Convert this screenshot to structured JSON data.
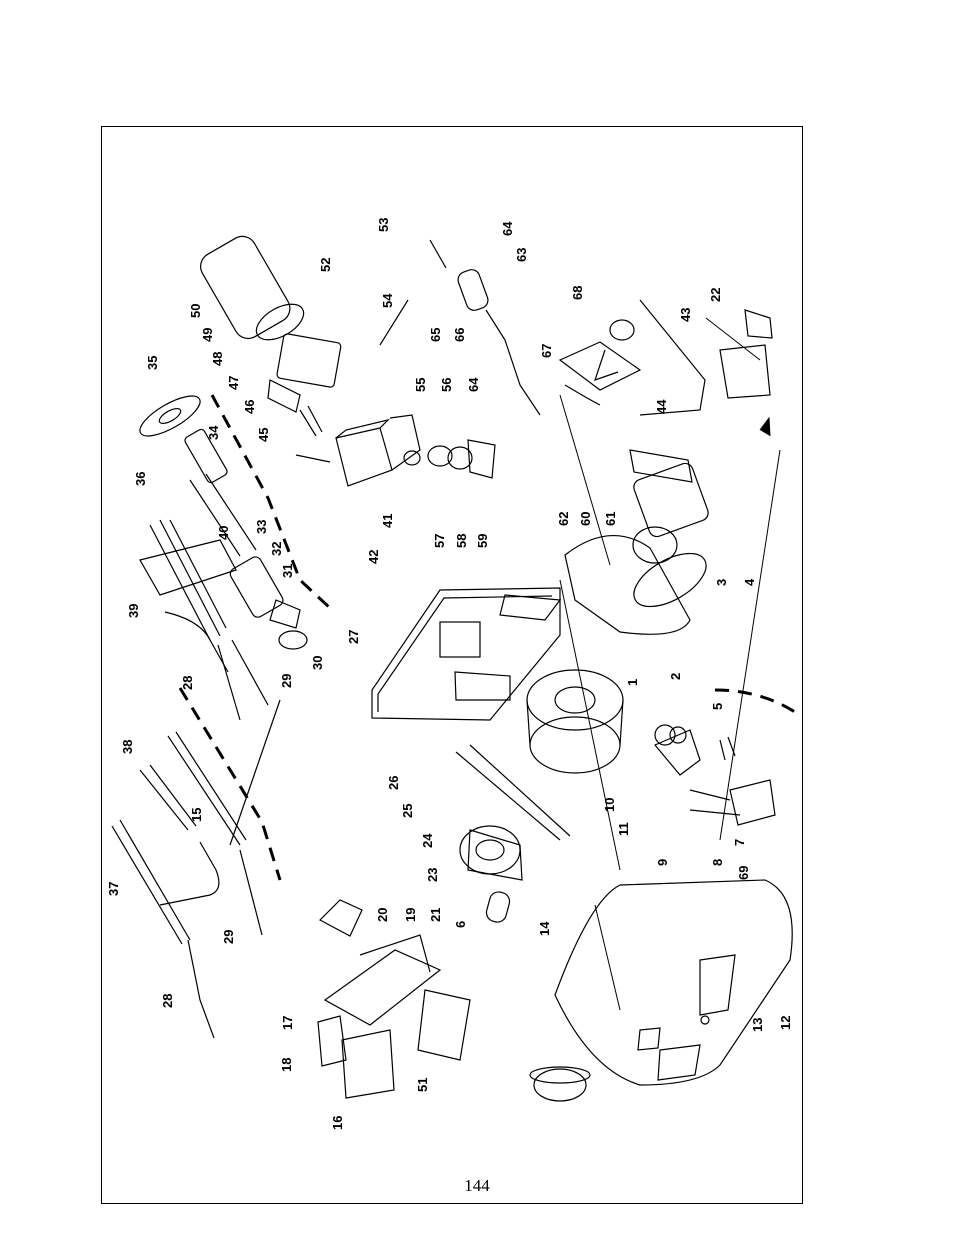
{
  "page_number": "144",
  "callouts": [
    "1",
    "2",
    "3",
    "4",
    "5",
    "6",
    "7",
    "8",
    "9",
    "10",
    "11",
    "12",
    "13",
    "14",
    "15",
    "16",
    "17",
    "18",
    "19",
    "20",
    "21",
    "22",
    "23",
    "24",
    "25",
    "26",
    "27",
    "28",
    "28",
    "29",
    "29",
    "30",
    "31",
    "32",
    "33",
    "34",
    "35",
    "36",
    "37",
    "38",
    "39",
    "40",
    "41",
    "42",
    "43",
    "44",
    "45",
    "46",
    "47",
    "48",
    "49",
    "50",
    "51",
    "52",
    "53",
    "54",
    "55",
    "56",
    "57",
    "58",
    "59",
    "60",
    "61",
    "62",
    "63",
    "64",
    "64",
    "65",
    "66",
    "67",
    "68",
    "69"
  ]
}
